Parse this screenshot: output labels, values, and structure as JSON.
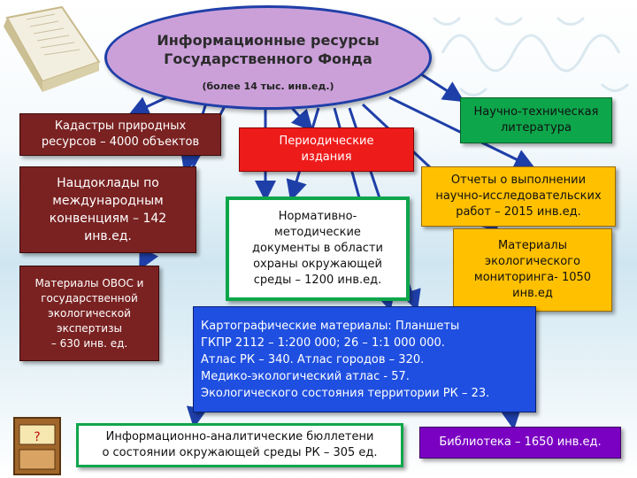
{
  "center": {
    "title": "Информационные ресурсы\nГосударственного Фонда",
    "subtitle": "(более 14 тыс. инв.ед.)"
  },
  "boxes": {
    "cadastres": "Кадастры природных\nресурсов – 4000 объектов",
    "natreports": "Нацдоклады по\nмеждународным\nконвенциям – 142\nинв.ед.",
    "ovos": "Материалы ОВОС и\nгосударственной\nэкологической\nэкспертизы\n– 630 инв. ед.",
    "periodicals": "Периодические\nиздания",
    "normative": "Нормативно-\nметодические\nдокументы в области\nохраны окружающей\nсреды – 1200 инв.ед.",
    "scitech": "Научно-техническая\nлитература",
    "research": "Отчеты о выполнении\nнаучно-исследовательских\nработ – 2015 инв.ед.",
    "monitoring": "Материалы\nэкологического\nмониторинга- 1050\nинв.ед",
    "cartographic": "Картографические материалы: Планшеты\nГКПР 2112 – 1:200 000; 26 – 1:1 000 000.\nАтлас РК – 340. Атлас городов – 320.\nМедико-экологический атлас - 57.\nЭкологического состояния территории РК –  23.",
    "bulletins": "Информационно-аналитические  бюллетени\nо состоянии окружающей среды РК – 305 ед.",
    "library": "Библиотека – 1650 инв.ед."
  },
  "colors": {
    "oval_fill": "#cba0d9",
    "oval_border": "#1f3fa8",
    "arrow": "#1f3fa8",
    "brown": "#7a2222",
    "red": "#ee1b1b",
    "green": "#0ea64b",
    "yellow": "#ffc000",
    "blue": "#1f4fe0",
    "purple": "#7a00c2"
  }
}
